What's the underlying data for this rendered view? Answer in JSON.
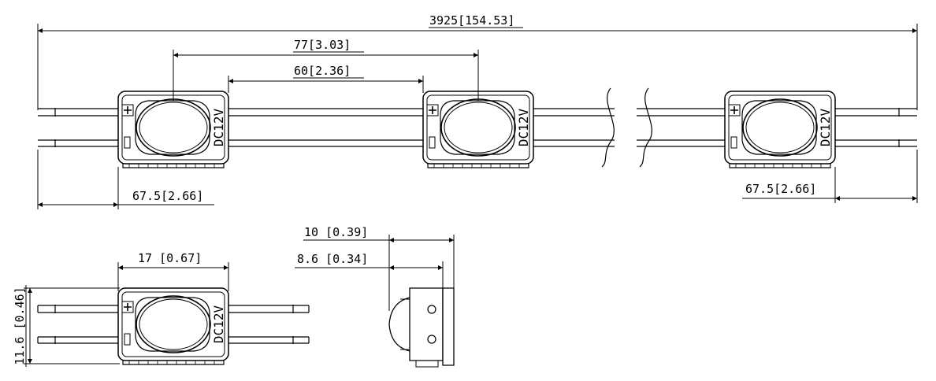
{
  "dimensions": {
    "overall_length": "3925[154.53]",
    "module_pitch": "77[3.03]",
    "module_gap": "60[2.36]",
    "wire_lead_left": "67.5[2.66]",
    "wire_lead_right": "67.5[2.66]",
    "module_width": "17 [0.67]",
    "module_height": "11.6 [0.46]",
    "total_depth": "10 [0.39]",
    "body_depth": "8.6 [0.34]"
  },
  "module": {
    "voltage_label": "DC12V",
    "plus_mark": "+",
    "minus_mark": "−"
  }
}
